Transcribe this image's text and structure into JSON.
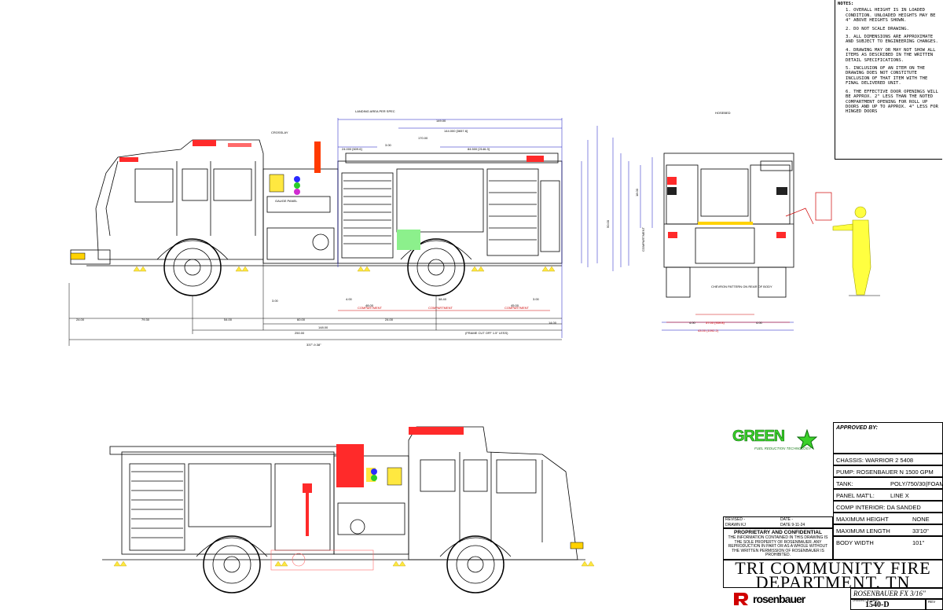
{
  "notes": {
    "title": "NOTES:",
    "items": [
      "1. OVERALL HEIGHT IS IN LOADED CONDITION. UNLOADED HEIGHTS MAY BE 4\" ABOVE HEIGHTS SHOWN.",
      "2. DO NOT SCALE DRAWING.",
      "3. ALL DIMENSIONS ARE APPROXIMATE AND SUBJECT TO ENGINEERING CHANGES.",
      "4. DRAWING MAY OR MAY NOT SHOW ALL ITEMS AS DESCRIBED IN THE WRITTEN DETAIL SPECIFICATIONS.",
      "5. INCLUSION OF AN ITEM ON THE DRAWING DOES NOT CONSTITUTE INCLUSION OF THAT ITEM WITH THE FINAL DELIVERED UNIT.",
      "6. THE EFFECTIVE DOOR OPENINGS WILL BE APPROX. 2\" LESS THAN THE NOTED COMPARTMENT OPENING FOR ROLL UP DOORS AND UP TO APPROX. 4\" LESS FOR HINGED DOORS"
    ]
  },
  "title_block": {
    "approved_by": "APPROVED BY:",
    "green_logo": "GREEN",
    "green_sub": "FUEL REDUCTION TECHNOLOGY",
    "chassis_label": "CHASSIS:",
    "chassis_value": "WARRIOR 2 5408",
    "pump_label": "PUMP:",
    "pump_value": "ROSENBAUER N 1500 GPM",
    "tank_label": "TANK:",
    "tank_value": "POLY/750/30(FOAM)",
    "panel_label": "PANEL MAT'L:",
    "panel_value": "LINE X",
    "comp_interior_label": "COMP INTERIOR:",
    "comp_interior_value": "DA SANDED",
    "max_height_label": "MAXIMUM HEIGHT",
    "max_height_value": "NONE",
    "max_length_label": "MAXIMUM LENGTH",
    "max_length_value": "33'10\"",
    "body_width_label": "BODY WIDTH",
    "body_width_value": "101\"",
    "revised": "REVISED -",
    "drawn": "DRAWN KJ",
    "date_rev": "DATE -",
    "date_drawn": "DATE 9-11-24",
    "proprietary_head": "PROPRIETARY AND CONFIDENTIAL",
    "proprietary_text": "THE INFORMATION CONTAINED IN THIS DRAWING IS THE SOLE PROPERTY OF ROSENBAUER. ANY REPRODUCTION IN PART OR AS A WHOLE WITHOUT THE WRITTEN PERMISSION OF ROSENBAUER IS PROHIBITED.",
    "department_line1": "TRI COMMUNITY FIRE",
    "department_line2": "DEPARTMENT, TN",
    "brand": "rosenbauer",
    "model": "ROSENBAUER FX 3/16\"",
    "drawing_number_label": "DRAWING NUMBER",
    "drawing_number": "1540-D",
    "rev_label": "REV"
  },
  "dimensions": {
    "top": [
      "144.000 [3657.6]",
      "24.000 [609.6]",
      "84.500 [2146.3]",
      "149.00",
      "3.00",
      "170.00"
    ],
    "bottom": [
      "24.00",
      "79.30",
      "54.00",
      "60.00",
      "24.00",
      "148.00",
      "250.00",
      "337\"-9.38\"",
      "14.00",
      "3.00",
      "4.00",
      "48.00",
      "58.40",
      "45.00",
      "3.00"
    ],
    "compartments": [
      "COMPARTMENT",
      "COMPARTMENT",
      "COMPARTMENT"
    ],
    "frame_note": "(FRAME CUT OFF 1.5\" LESS)",
    "right_view": [
      "37.00 (939.8)",
      "43.00 (1092.2)",
      "4.00",
      "4.00",
      "50.00",
      "18.00"
    ],
    "callouts": [
      "GAUGE PANEL",
      "CROSSLAY",
      "LANDING AREA PER SPEC",
      "CHEVRON PATTERN ON REAR OF BODY",
      "COMPARTMENT",
      "HOSEBED"
    ]
  }
}
